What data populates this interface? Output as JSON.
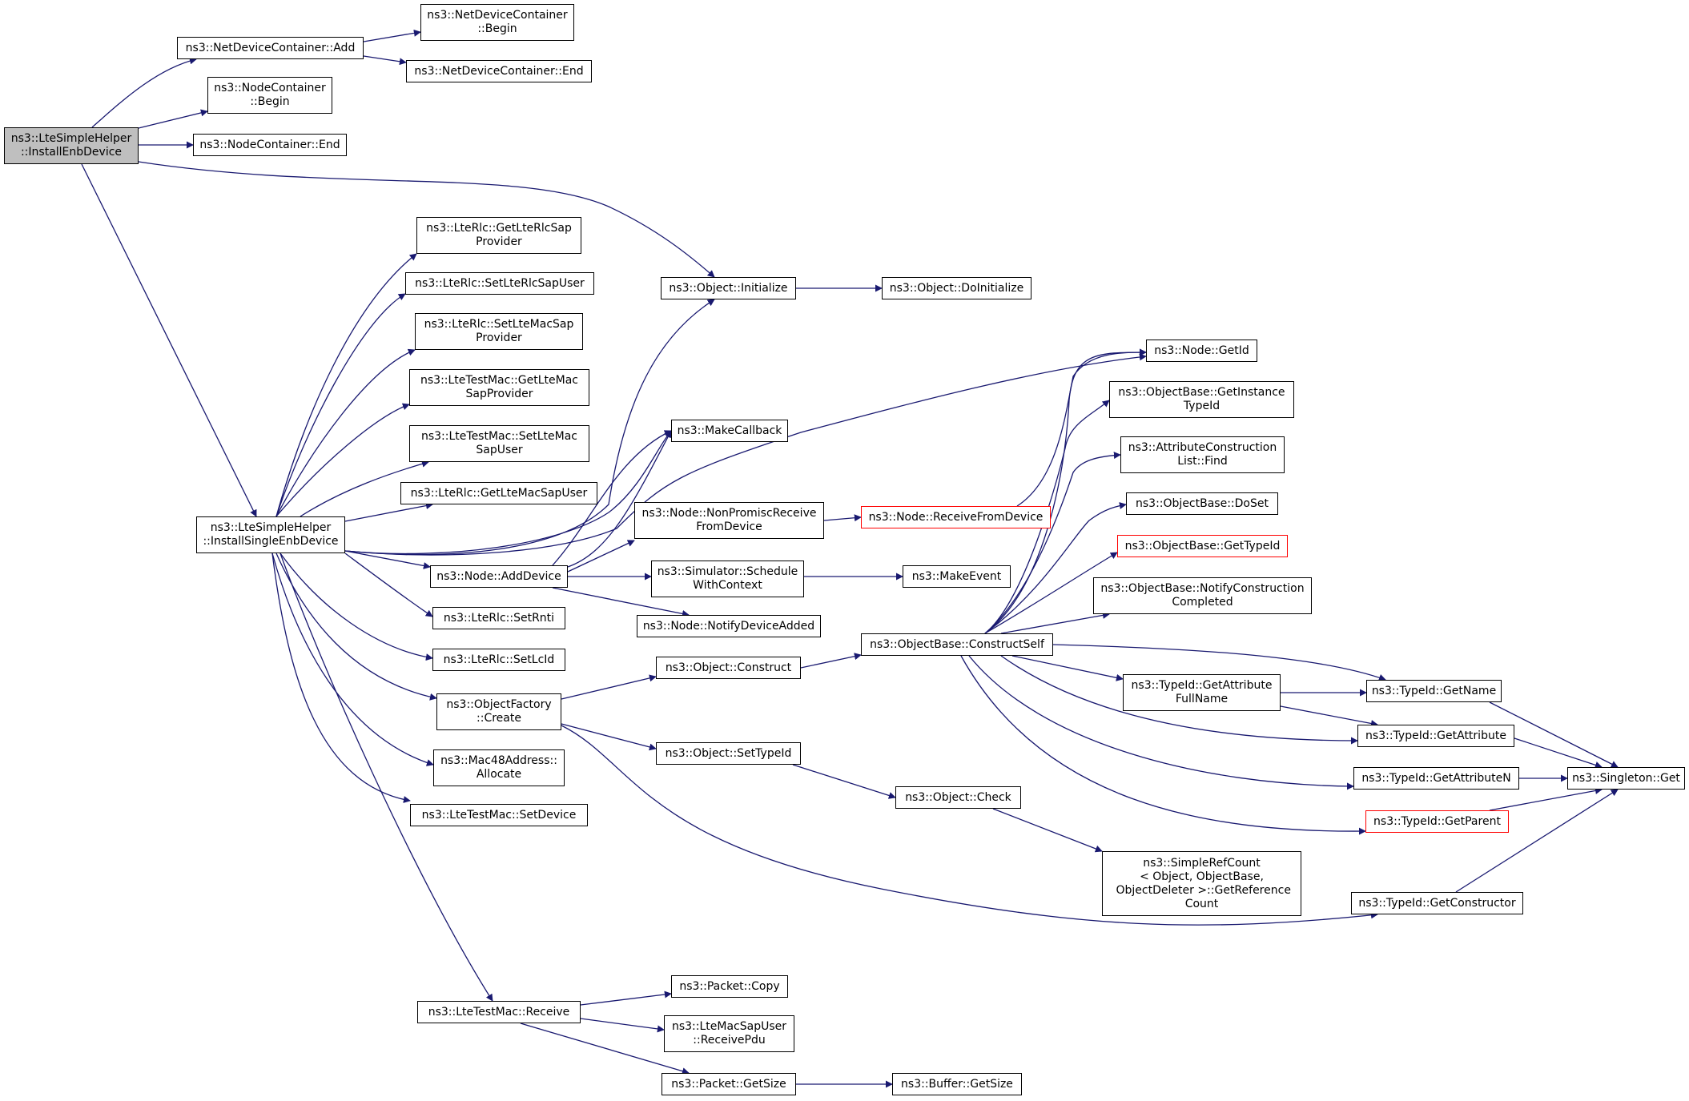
{
  "graph": {
    "colors": {
      "edge": "#191970",
      "box_border": "#000000",
      "root_fill": "#bfbfbf",
      "hidden_border": "#ff0000"
    },
    "nodes": [
      {
        "id": "n0",
        "lines": [
          "ns3::LteSimpleHelper",
          "::InstallEnbDevice"
        ],
        "root": true
      },
      {
        "id": "n1",
        "lines": [
          "ns3::NetDeviceContainer::Add"
        ]
      },
      {
        "id": "n2",
        "lines": [
          "ns3::NetDeviceContainer",
          "::Begin"
        ]
      },
      {
        "id": "n3",
        "lines": [
          "ns3::NetDeviceContainer::End"
        ]
      },
      {
        "id": "n4",
        "lines": [
          "ns3::NodeContainer",
          "::Begin"
        ]
      },
      {
        "id": "n5",
        "lines": [
          "ns3::NodeContainer::End"
        ]
      },
      {
        "id": "n6",
        "lines": [
          "ns3::Object::Initialize"
        ]
      },
      {
        "id": "n7",
        "lines": [
          "ns3::Object::DoInitialize"
        ]
      },
      {
        "id": "n8",
        "lines": [
          "ns3::LteSimpleHelper",
          "::InstallSingleEnbDevice"
        ]
      },
      {
        "id": "n9",
        "lines": [
          "ns3::LteRlc::GetLteRlcSap",
          "Provider"
        ]
      },
      {
        "id": "n10",
        "lines": [
          "ns3::LteRlc::SetLteRlcSapUser"
        ]
      },
      {
        "id": "n11",
        "lines": [
          "ns3::LteRlc::SetLteMacSap",
          "Provider"
        ]
      },
      {
        "id": "n12",
        "lines": [
          "ns3::LteTestMac::GetLteMac",
          "SapProvider"
        ]
      },
      {
        "id": "n13",
        "lines": [
          "ns3::LteTestMac::SetLteMac",
          "SapUser"
        ]
      },
      {
        "id": "n14",
        "lines": [
          "ns3::LteRlc::GetLteMacSapUser"
        ]
      },
      {
        "id": "n15",
        "lines": [
          "ns3::Node::AddDevice"
        ]
      },
      {
        "id": "n16",
        "lines": [
          "ns3::LteRlc::SetRnti"
        ]
      },
      {
        "id": "n17",
        "lines": [
          "ns3::LteRlc::SetLcId"
        ]
      },
      {
        "id": "n18",
        "lines": [
          "ns3::ObjectFactory",
          "::Create"
        ]
      },
      {
        "id": "n19",
        "lines": [
          "ns3::Mac48Address::",
          "Allocate"
        ]
      },
      {
        "id": "n20",
        "lines": [
          "ns3::LteTestMac::SetDevice"
        ]
      },
      {
        "id": "n21",
        "lines": [
          "ns3::LteTestMac::Receive"
        ]
      },
      {
        "id": "n22",
        "lines": [
          "ns3::MakeCallback"
        ]
      },
      {
        "id": "n23",
        "lines": [
          "ns3::Node::NonPromiscReceive",
          "FromDevice"
        ]
      },
      {
        "id": "n24",
        "lines": [
          "ns3::Simulator::Schedule",
          "WithContext"
        ]
      },
      {
        "id": "n25",
        "lines": [
          "ns3::Node::NotifyDeviceAdded"
        ]
      },
      {
        "id": "n26",
        "lines": [
          "ns3::Node::ReceiveFromDevice"
        ],
        "red": true
      },
      {
        "id": "n27",
        "lines": [
          "ns3::MakeEvent"
        ]
      },
      {
        "id": "n28",
        "lines": [
          "ns3::Node::GetId"
        ]
      },
      {
        "id": "n29",
        "lines": [
          "ns3::ObjectBase::GetInstance",
          "TypeId"
        ]
      },
      {
        "id": "n30",
        "lines": [
          "ns3::AttributeConstruction",
          "List::Find"
        ]
      },
      {
        "id": "n31",
        "lines": [
          "ns3::ObjectBase::DoSet"
        ]
      },
      {
        "id": "n32",
        "lines": [
          "ns3::ObjectBase::GetTypeId"
        ],
        "red": true
      },
      {
        "id": "n33",
        "lines": [
          "ns3::ObjectBase::NotifyConstruction",
          "Completed"
        ]
      },
      {
        "id": "n34",
        "lines": [
          "ns3::ObjectBase::ConstructSelf"
        ]
      },
      {
        "id": "n35",
        "lines": [
          "ns3::Object::Construct"
        ]
      },
      {
        "id": "n36",
        "lines": [
          "ns3::Object::SetTypeId"
        ]
      },
      {
        "id": "n37",
        "lines": [
          "ns3::Object::Check"
        ]
      },
      {
        "id": "n38",
        "lines": [
          "ns3::SimpleRefCount",
          "< Object, ObjectBase,",
          " ObjectDeleter >::GetReference",
          "Count"
        ]
      },
      {
        "id": "n39",
        "lines": [
          "ns3::TypeId::GetAttribute",
          "FullName"
        ]
      },
      {
        "id": "n40",
        "lines": [
          "ns3::TypeId::GetName"
        ]
      },
      {
        "id": "n41",
        "lines": [
          "ns3::TypeId::GetAttribute"
        ]
      },
      {
        "id": "n42",
        "lines": [
          "ns3::TypeId::GetAttributeN"
        ]
      },
      {
        "id": "n43",
        "lines": [
          "ns3::TypeId::GetParent"
        ],
        "red": true
      },
      {
        "id": "n44",
        "lines": [
          "ns3::TypeId::GetConstructor"
        ]
      },
      {
        "id": "n45",
        "lines": [
          "ns3::Singleton::Get"
        ]
      },
      {
        "id": "n46",
        "lines": [
          "ns3::Packet::Copy"
        ]
      },
      {
        "id": "n47",
        "lines": [
          "ns3::LteMacSapUser",
          "::ReceivePdu"
        ]
      },
      {
        "id": "n48",
        "lines": [
          "ns3::Packet::GetSize"
        ]
      },
      {
        "id": "n49",
        "lines": [
          "ns3::Buffer::GetSize"
        ]
      }
    ]
  }
}
